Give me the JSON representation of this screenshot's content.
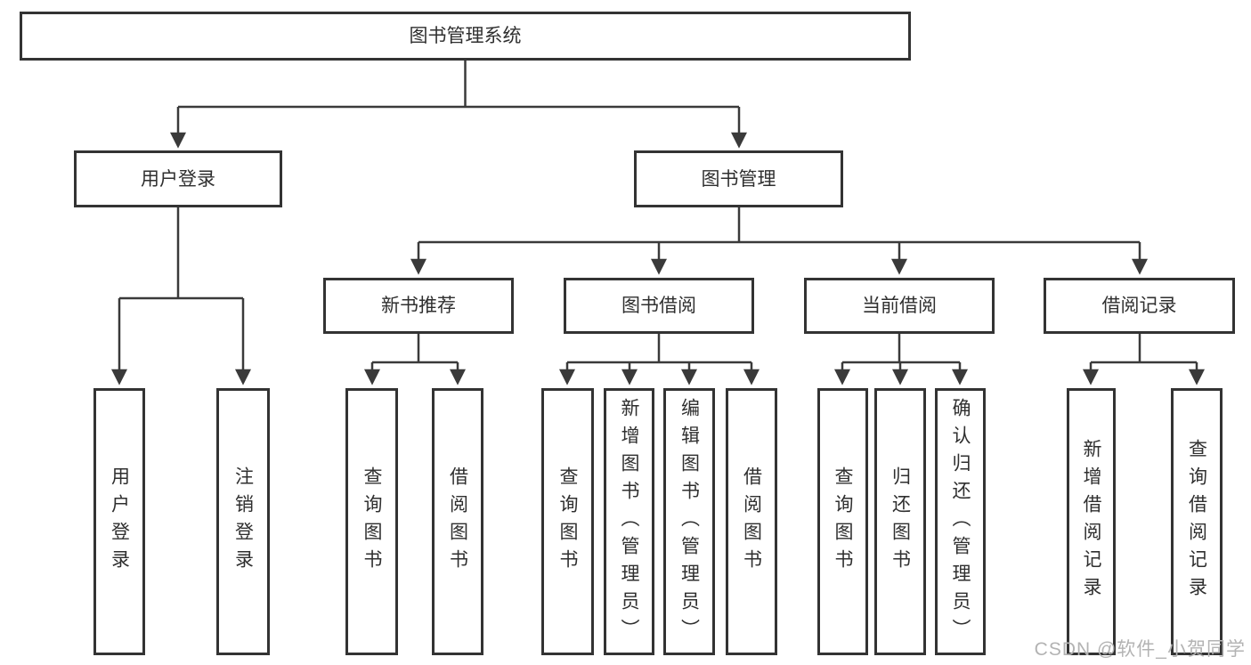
{
  "diagram": {
    "root": "图书管理系统",
    "level2": {
      "user_login": "用户登录",
      "book_mgmt": "图书管理"
    },
    "level3": {
      "new_books": "新书推荐",
      "borrowing": "图书借阅",
      "current": "当前借阅",
      "records": "借阅记录"
    },
    "leaves": {
      "user_login": [
        "用户登录",
        "注销登录"
      ],
      "new_books": [
        "查询图书",
        "借阅图书"
      ],
      "borrowing": [
        "查询图书",
        "新增图书（管理员）",
        "编辑图书（管理员）",
        "借阅图书"
      ],
      "current": [
        "查询图书",
        "归还图书",
        "确认归还（管理员）"
      ],
      "records": [
        "新增借阅记录",
        "查询借阅记录"
      ]
    }
  },
  "watermark": "CSDN @软件_小贺同学",
  "colors": {
    "line": "#3a3a3a",
    "box_border": "#333333",
    "text": "#2f2f2f",
    "watermark": "#b3b3b3",
    "background": "#ffffff"
  }
}
